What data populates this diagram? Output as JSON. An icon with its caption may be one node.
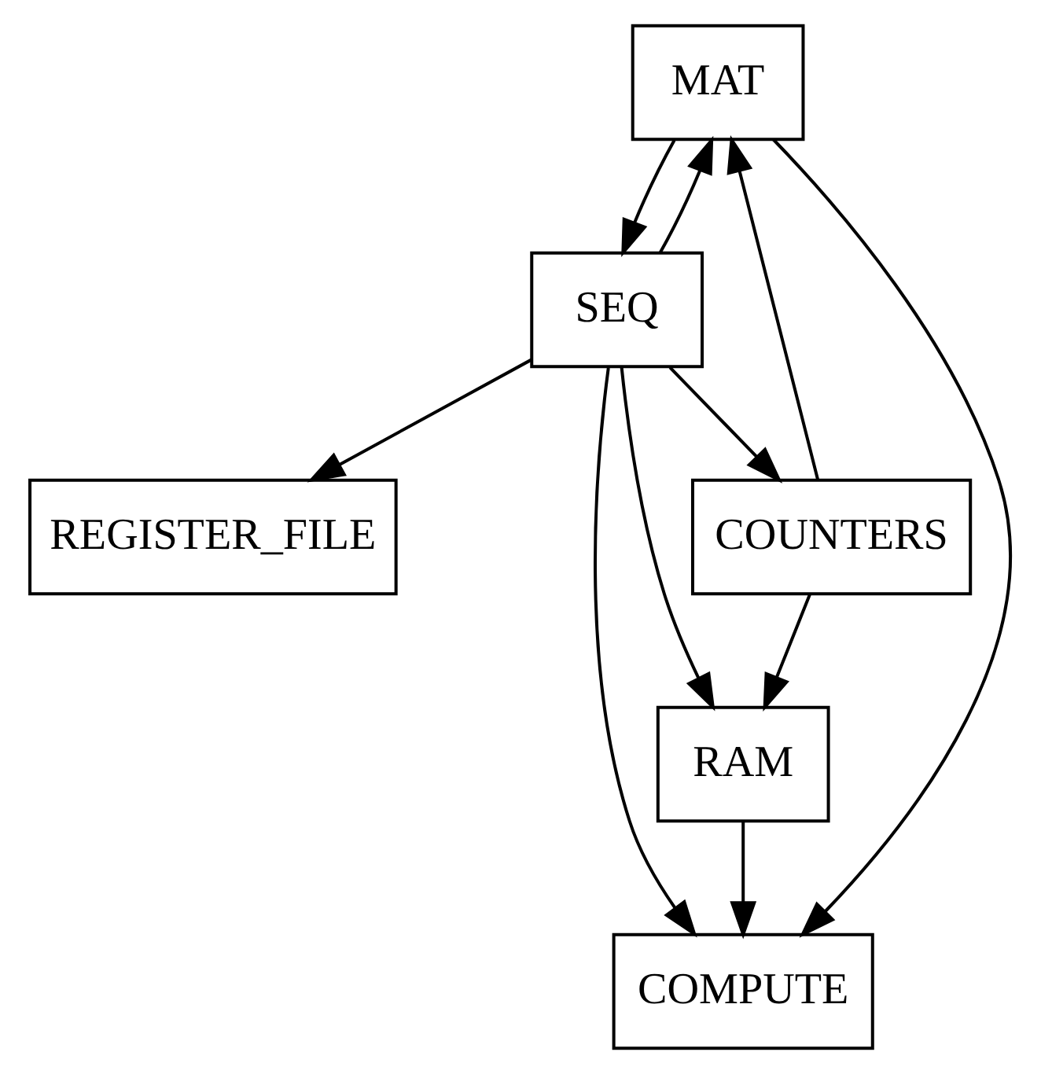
{
  "diagram": {
    "nodes": [
      {
        "text": [
          "MAT"
        ]
      },
      {
        "text": [
          "SEQ"
        ]
      },
      {
        "text": [
          "REGISTER_FILE"
        ]
      },
      {
        "text": [
          "COUNTERS"
        ]
      },
      {
        "text": [
          "RAM"
        ]
      },
      {
        "text": [
          "COMPUTE"
        ]
      }
    ],
    "edges": [
      {
        "from": 0,
        "to": 1,
        "arrow": "to"
      },
      {
        "from": 1,
        "to": 0,
        "arrow": "to"
      },
      {
        "from": 0,
        "to": 5,
        "arrow": "to"
      },
      {
        "from": 1,
        "to": 2,
        "arrow": "to"
      },
      {
        "from": 1,
        "to": 3,
        "arrow": "to"
      },
      {
        "from": 1,
        "to": 4,
        "arrow": "to"
      },
      {
        "from": 1,
        "to": 5,
        "arrow": "to"
      },
      {
        "from": 3,
        "to": 0,
        "arrow": "to"
      },
      {
        "from": 3,
        "to": 4,
        "arrow": "to"
      },
      {
        "from": 4,
        "to": 5,
        "arrow": "to"
      }
    ]
  }
}
